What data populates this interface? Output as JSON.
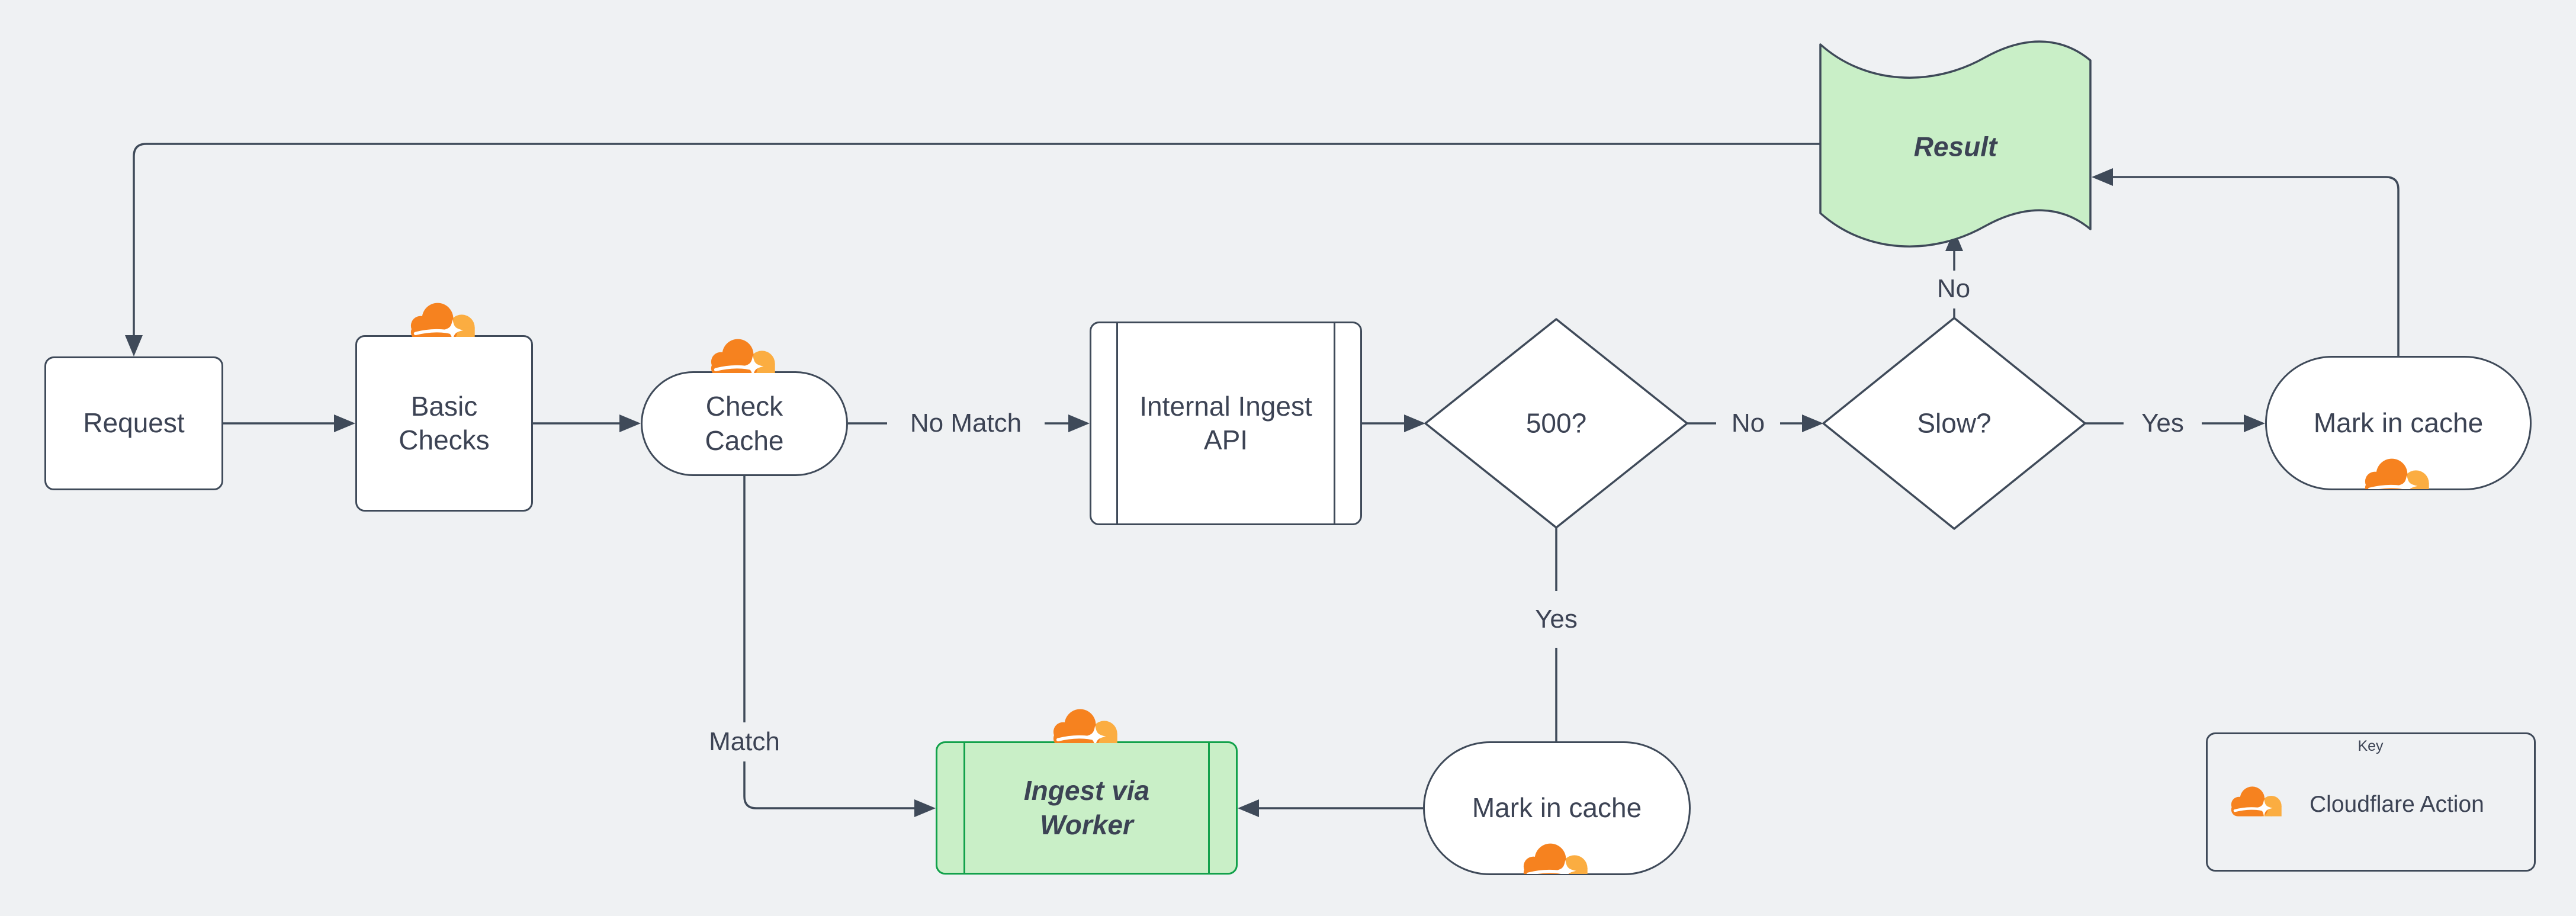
{
  "diagram": {
    "type": "flowchart",
    "colors": {
      "background": "#eff1f3",
      "stroke": "#3f4a59",
      "text": "#3c4354",
      "node_fill": "#ffffff",
      "green_fill": "#c9efc7",
      "green_border": "#12a14b",
      "cloudflare_orange": "#f6821f",
      "cloudflare_light_orange": "#fbad41"
    },
    "nodes": {
      "request": {
        "label": "Request",
        "shape": "rectangle"
      },
      "basic_checks": {
        "label": "Basic Checks",
        "shape": "rectangle",
        "icon": "cloudflare-icon"
      },
      "check_cache": {
        "label": "Check Cache",
        "shape": "stadium",
        "icon": "cloudflare-icon"
      },
      "internal_ingest_api": {
        "label": "Internal Ingest API",
        "shape": "subroutine"
      },
      "q500": {
        "label": "500?",
        "shape": "decision"
      },
      "slow": {
        "label": "Slow?",
        "shape": "decision"
      },
      "mark_in_cache_top": {
        "label": "Mark in cache",
        "shape": "stadium",
        "icon": "cloudflare-icon"
      },
      "result": {
        "label": "Result",
        "shape": "wave-document"
      },
      "ingest_via_worker": {
        "label": "Ingest via Worker",
        "shape": "subroutine",
        "icon": "cloudflare-icon"
      },
      "mark_in_cache_bottom": {
        "label": "Mark in cache",
        "shape": "stadium",
        "icon": "cloudflare-icon"
      }
    },
    "edge_labels": {
      "check_cache_no_match": "No Match",
      "q500_no": "No",
      "slow_yes": "Yes",
      "slow_no": "No",
      "q500_yes": "Yes",
      "check_cache_match": "Match"
    },
    "key": {
      "title": "Key",
      "entries": [
        {
          "icon": "cloudflare-icon",
          "label": "Cloudflare Action"
        }
      ]
    }
  }
}
